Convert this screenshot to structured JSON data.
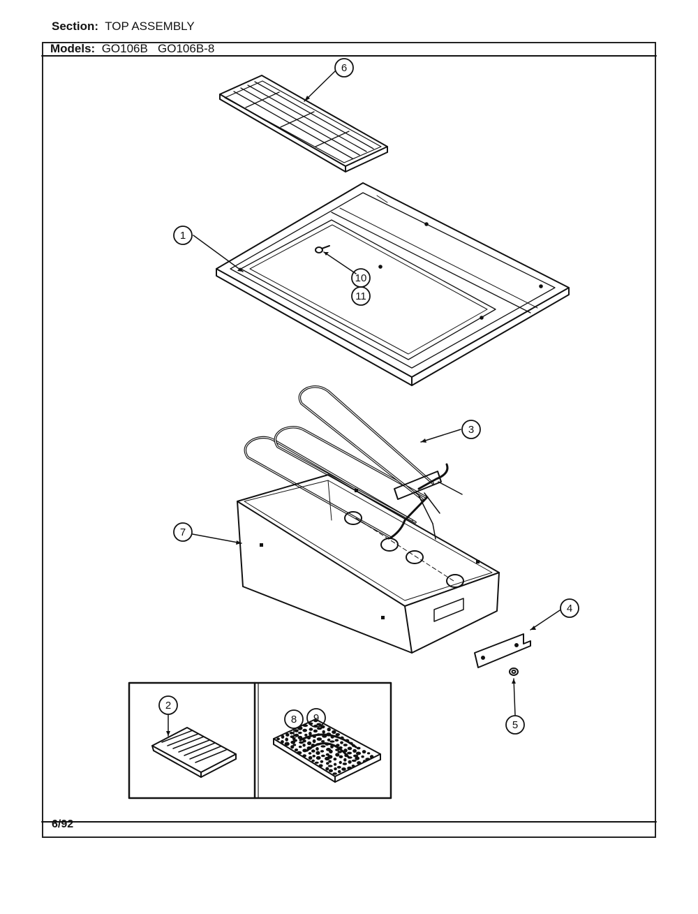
{
  "header": {
    "section_label": "Section:",
    "section_value": "TOP ASSEMBLY",
    "models_label": "Models:",
    "models_value": "GO106B   GO106B-8"
  },
  "parts": {
    "p1": "1",
    "p2": "2",
    "p3": "3",
    "p4": "4",
    "p5": "5",
    "p6": "6",
    "p7": "7",
    "p8": "8",
    "p9": "9",
    "p10": "10",
    "p11": "11"
  },
  "footer": {
    "date": "6/92"
  },
  "colors": {
    "line": "#111111",
    "background": "#ffffff"
  }
}
